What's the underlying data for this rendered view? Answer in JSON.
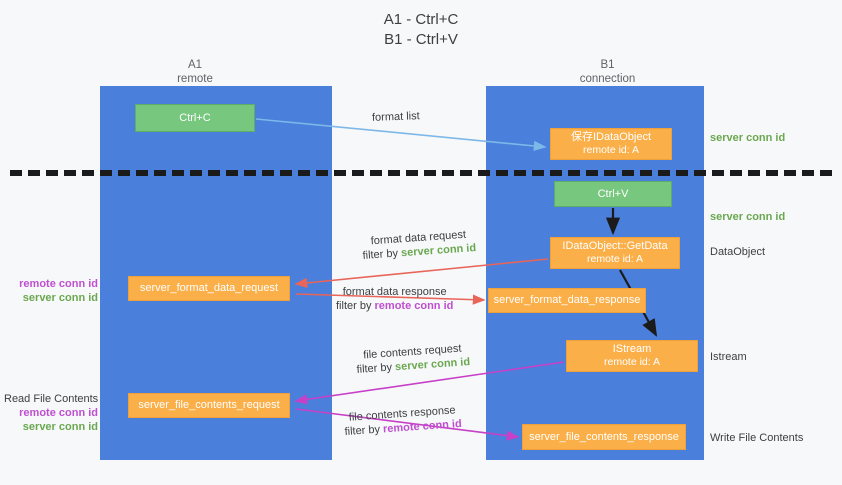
{
  "title": {
    "line1": "A1 - Ctrl+C",
    "line2": "B1 - Ctrl+V"
  },
  "lanes": [
    {
      "name": "A1",
      "sub": "remote"
    },
    {
      "name": "B1",
      "sub": "connection"
    }
  ],
  "nodes": {
    "ctrl_c": {
      "label": "Ctrl+C",
      "color": "#78c77f"
    },
    "save_dataobject": {
      "line1": "保存IDataObject",
      "line2": "remote id: A",
      "color": "#fbaf49"
    },
    "ctrl_v": {
      "label": "Ctrl+V",
      "color": "#78c77f"
    },
    "getdata": {
      "line1": "IDataObject::GetData",
      "line2": "remote id: A",
      "color": "#fbaf49"
    },
    "istream": {
      "line1": "IStream",
      "line2": "remote id: A",
      "color": "#fbaf49"
    },
    "server_format_data_request": {
      "label": "server_format_data_request",
      "color": "#fbaf49"
    },
    "server_format_data_response": {
      "label": "server_format_data_response",
      "color": "#fbaf49"
    },
    "server_file_contents_request": {
      "label": "server_file_contents_request",
      "color": "#fbaf49"
    },
    "server_file_contents_response": {
      "label": "server_file_contents_response",
      "color": "#fbaf49"
    }
  },
  "edge_labels": {
    "format_list": "format list",
    "format_data_request": "format data request",
    "format_data_request_filter_prefix": "filter by ",
    "format_data_request_filter_value": "server conn id",
    "format_data_response": "format data response",
    "format_data_response_filter_prefix": "filter by ",
    "format_data_response_filter_value": "remote conn id",
    "file_contents_request": "file contents request",
    "file_contents_request_filter_prefix": "filter by ",
    "file_contents_request_filter_value": "server conn id",
    "file_contents_response": "file contents response",
    "file_contents_response_filter_prefix": "filter by ",
    "file_contents_response_filter_value": "remote conn id"
  },
  "side_notes": {
    "server_conn_id_top": "server conn id",
    "server_conn_id_mid": "server conn id",
    "dataobject": "DataObject",
    "istream": "Istream",
    "write_file_contents": "Write File Contents",
    "read_file_contents": "Read File Contents",
    "remote_conn_id": "remote conn id",
    "server_conn_id": "server conn id"
  },
  "colors": {
    "lane": "#4a7fdb",
    "green_text": "#6aa84f",
    "purple_text": "#bf4fd0",
    "orange_node": "#fbaf49",
    "green_node": "#78c77f",
    "blue_arrow": "#7eb8e8",
    "red_arrow": "#e8655a",
    "magenta_arrow": "#c740c7",
    "black_arrow": "#1b1b1b",
    "background": "#f7f8fa"
  }
}
